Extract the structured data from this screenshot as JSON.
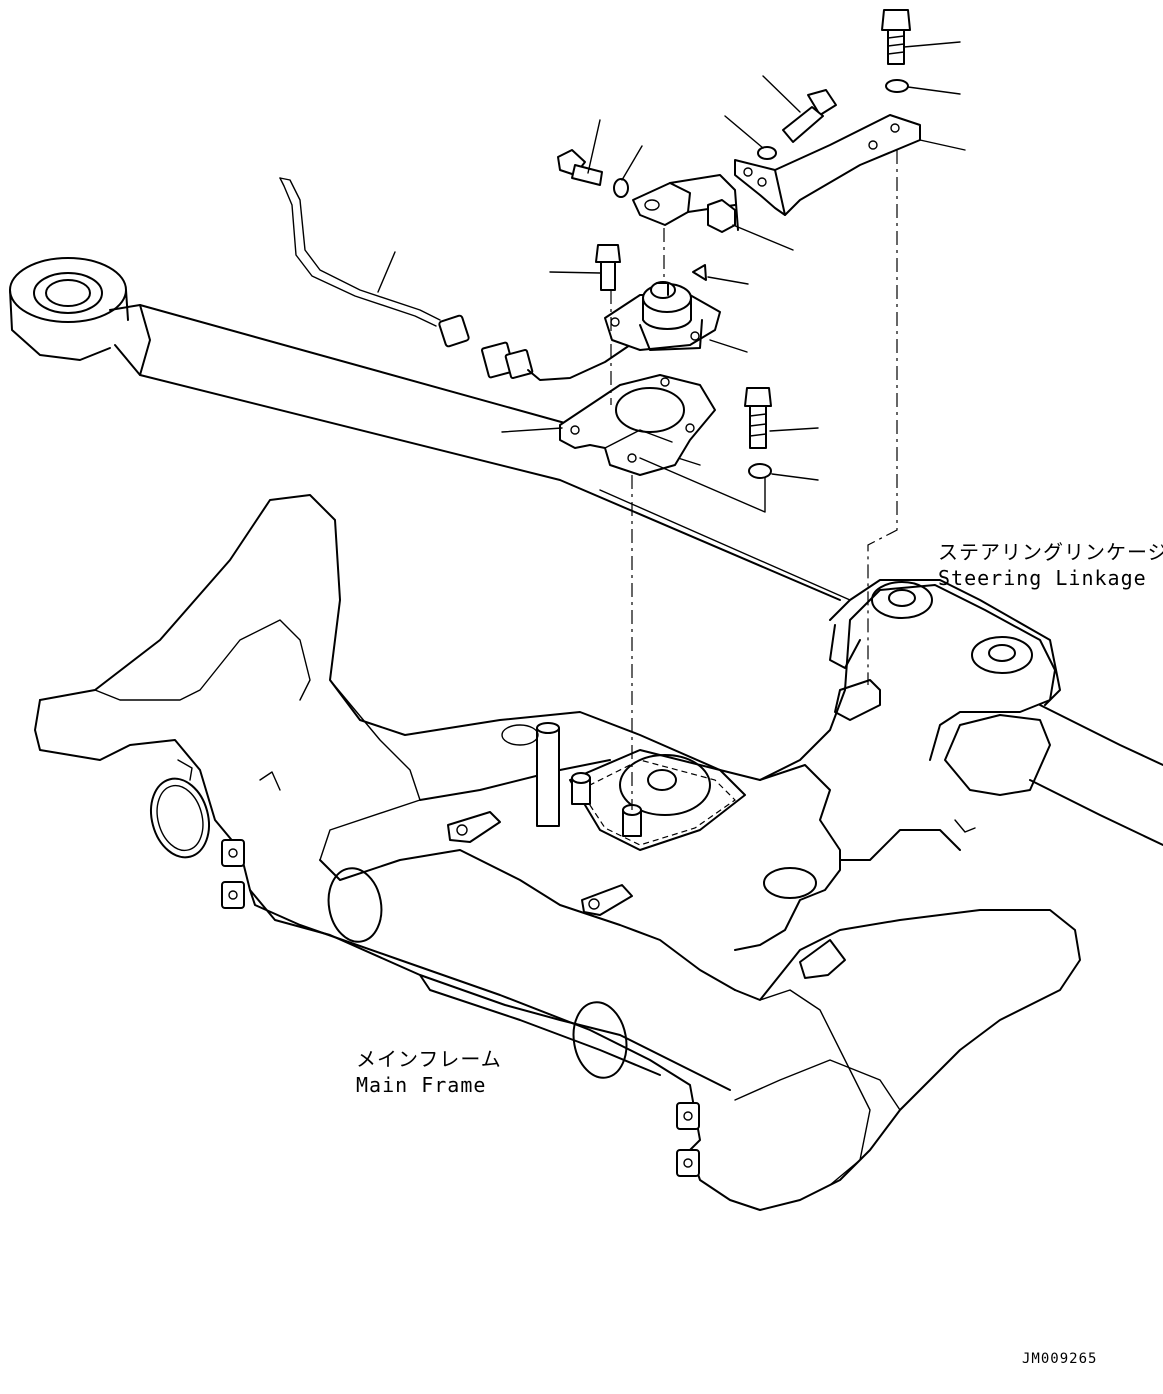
{
  "labels": {
    "steering_jp": "ステアリングリンケージ",
    "steering_en": "Steering Linkage",
    "frame_jp": "メインフレーム",
    "frame_en": "Main Frame",
    "drawing_code": "JM009265"
  }
}
